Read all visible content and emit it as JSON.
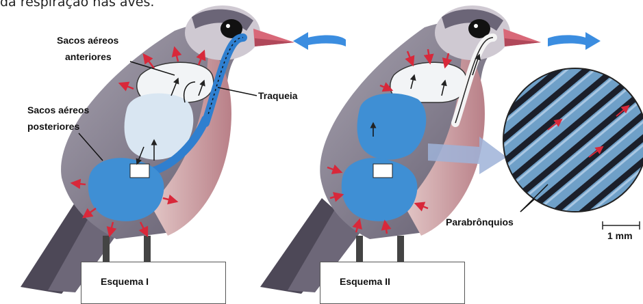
{
  "caption": "da respiração nas aves.",
  "labels": {
    "anterior_sacs_line1": "Sacos aéreos",
    "anterior_sacs_line2": "anteriores",
    "posterior_sacs_line1": "Sacos aéreos",
    "posterior_sacs_line2": "posteriores",
    "trachea": "Traqueia",
    "parabronchi": "Parabrônquios",
    "scale_bar": "1 mm"
  },
  "schemes": [
    {
      "label": "Esquema I"
    },
    {
      "label": "Esquema II"
    }
  ],
  "colors": {
    "air_sac_blue": "#3f8fd4",
    "airway_blue": "#2f7fcf",
    "airflow_arrow": "#3b8de0",
    "body_grey": "#7b7585",
    "breast_pink": "#c99a9f",
    "beak_pink": "#d86878",
    "red_arrows": "#d8283a",
    "lung_light": "#d9e6f2"
  }
}
